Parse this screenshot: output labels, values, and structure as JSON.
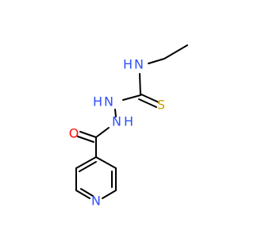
{
  "molecule": {
    "atoms": {
      "nh_top": "N",
      "nh_top_h": "H",
      "nh_middle": "N",
      "nh_middle_h": "H",
      "nh_lower": "N",
      "nh_lower_h": "H",
      "oxygen": "O",
      "sulfur": "S",
      "pyridine_n": "N"
    },
    "colors": {
      "bond": "#000000",
      "nitrogen": "#3050F8",
      "oxygen": "#FF0D0D",
      "sulfur": "#C8A000"
    }
  }
}
